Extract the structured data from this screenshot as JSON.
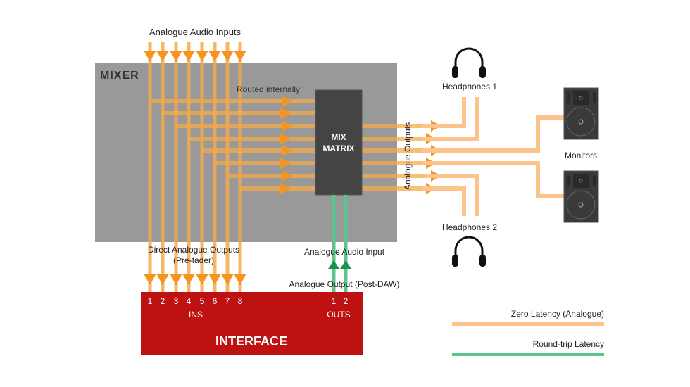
{
  "labels": {
    "analogue_audio_inputs": "Analogue Audio Inputs",
    "mixer": "MIXER",
    "routed_internally": "Routed internally",
    "mix_matrix_line1": "MIX",
    "mix_matrix_line2": "MATRIX",
    "analogue_outputs": "Analogue Outputs",
    "headphones_1": "Headphones 1",
    "headphones_2": "Headphones 2",
    "monitors": "Monitors",
    "direct_outputs_line1": "Direct Analogue Outputs",
    "direct_outputs_line2": "(Pre-fader)",
    "analogue_audio_input": "Analogue Audio Input",
    "analogue_output_post_daw": "Analogue Output (Post-DAW)",
    "interface": "INTERFACE",
    "ins": "INS",
    "outs": "OUTS"
  },
  "interface": {
    "input_numbers": [
      "1",
      "2",
      "3",
      "4",
      "5",
      "6",
      "7",
      "8"
    ],
    "output_numbers": [
      "1",
      "2"
    ]
  },
  "legend": [
    {
      "label": "Zero Latency (Analogue)",
      "color": "#fcc48a"
    },
    {
      "label": "Round-trip Latency",
      "color": "#5cc48e"
    }
  ],
  "colors": {
    "orange_line": "#f5a94a",
    "orange_arrow": "#f7941d",
    "light_orange": "#fcc48a",
    "green_line": "#5cc48e",
    "green_arrow": "#17964a",
    "mixer_bg": "#999999",
    "matrix_bg": "#444444",
    "interface_red": "#be1212",
    "speaker": "#3a3a3a"
  }
}
